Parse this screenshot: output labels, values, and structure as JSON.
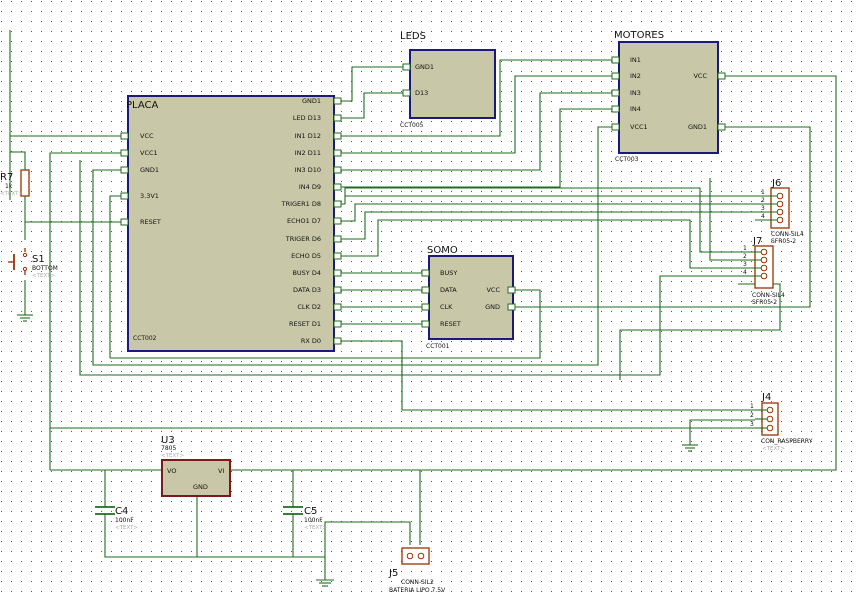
{
  "placa": {
    "title": "PLACA",
    "ref": "CCT002",
    "left_pins": [
      "VCC",
      "VCC1",
      "GND1",
      "3.3V1",
      "RESET"
    ],
    "right_pins": [
      "GND1",
      "LED D13",
      "IN1 D12",
      "IN2 D11",
      "IN3 D10",
      "IN4 D9",
      "TRIGER1 D8",
      "ECHO1 D7",
      "TRIGER D6",
      "ECHO D5",
      "BUSY D4",
      "DATA D3",
      "CLK D2",
      "RESET D1",
      "RX D0"
    ]
  },
  "leds": {
    "title": "LEDS",
    "ref": "CCT005",
    "pins": [
      "GND1",
      "D13"
    ]
  },
  "motores": {
    "title": "MOTORES",
    "ref": "CCT003",
    "left_pins": [
      "IN1",
      "IN2",
      "IN3",
      "IN4",
      "VCC1"
    ],
    "right_pins": [
      "VCC",
      "GND1"
    ]
  },
  "somo": {
    "title": "SOMO",
    "ref": "CCT001",
    "left_pins": [
      "BUSY",
      "DATA",
      "CLK",
      "RESET"
    ],
    "right_pins": [
      "VCC",
      "GND"
    ]
  },
  "j6": {
    "ref": "J6",
    "name1": "CONN-SIL4",
    "name2": "SFR05-2",
    "pins": [
      "1",
      "2",
      "3",
      "4"
    ]
  },
  "j7": {
    "ref": "J7",
    "name1": "CONN-SIL4",
    "name2": "SFR05-2",
    "pins": [
      "1",
      "2",
      "3",
      "4"
    ]
  },
  "j4": {
    "ref": "J4",
    "name1": "CON_RASPBERRY",
    "ghost": "<TEXT>",
    "pins": [
      "1",
      "2",
      "3"
    ]
  },
  "j5": {
    "ref": "J5",
    "name1": "CONN-SIL2",
    "name2": "BATERIA LIPO 7.5V"
  },
  "u3": {
    "ref": "U3",
    "part": "7805",
    "ghost": "<TEXT>",
    "vo": "VO",
    "vi": "VI",
    "gnd": "GND"
  },
  "c4": {
    "ref": "C4",
    "value": "100nF",
    "ghost": "<TEXT>"
  },
  "c5": {
    "ref": "C5",
    "value": "100nF",
    "ghost": "<TEXT>"
  },
  "r7": {
    "ref": "R7",
    "value": "1k",
    "ghost": "<TEXT>"
  },
  "s1": {
    "ref": "S1",
    "name": "BOTTOM",
    "ghost": "<TEXT>"
  }
}
